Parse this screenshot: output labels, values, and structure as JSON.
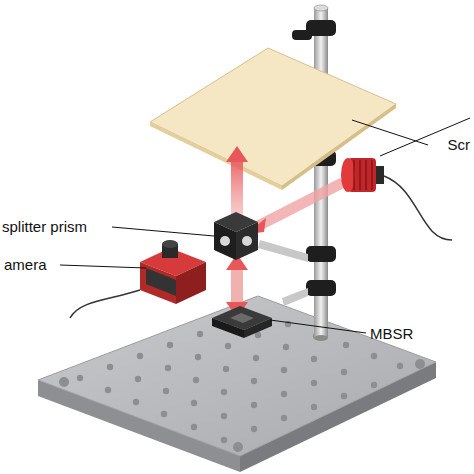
{
  "diagram": {
    "labels": [
      "Scr",
      "splitter prism",
      "amera",
      "MBSR"
    ]
  }
}
